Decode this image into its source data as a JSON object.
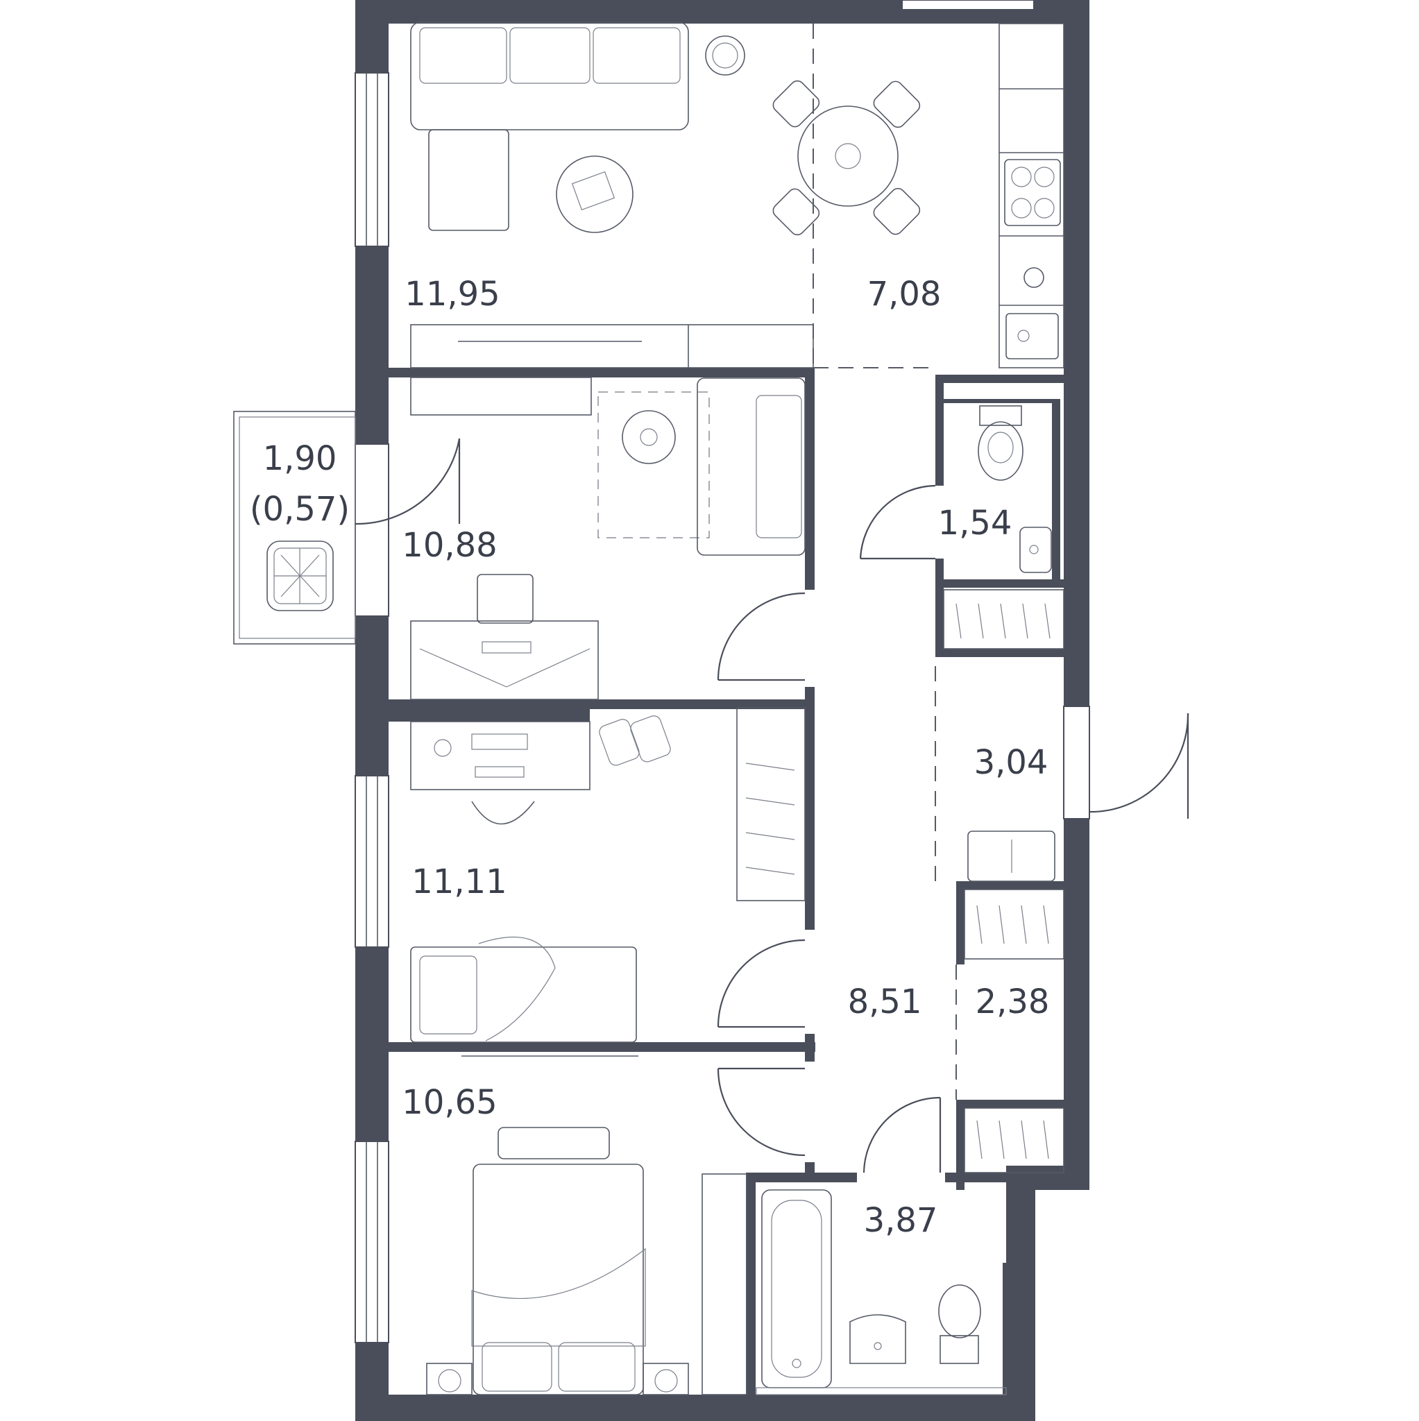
{
  "floor_plan": {
    "wall_color": "#4a4e5a",
    "rooms": [
      {
        "id": "living",
        "area": "11,95"
      },
      {
        "id": "kitchen",
        "area": "7,08"
      },
      {
        "id": "balcony",
        "area": "1,90",
        "reduced_area": "(0,57)"
      },
      {
        "id": "bedroom-1",
        "area": "10,88"
      },
      {
        "id": "wc",
        "area": "1,54"
      },
      {
        "id": "entry",
        "area": "3,04"
      },
      {
        "id": "bedroom-2",
        "area": "11,11"
      },
      {
        "id": "corridor",
        "area": "8,51"
      },
      {
        "id": "storage",
        "area": "2,38"
      },
      {
        "id": "bedroom-3",
        "area": "10,65"
      },
      {
        "id": "bathroom",
        "area": "3,87"
      }
    ]
  }
}
